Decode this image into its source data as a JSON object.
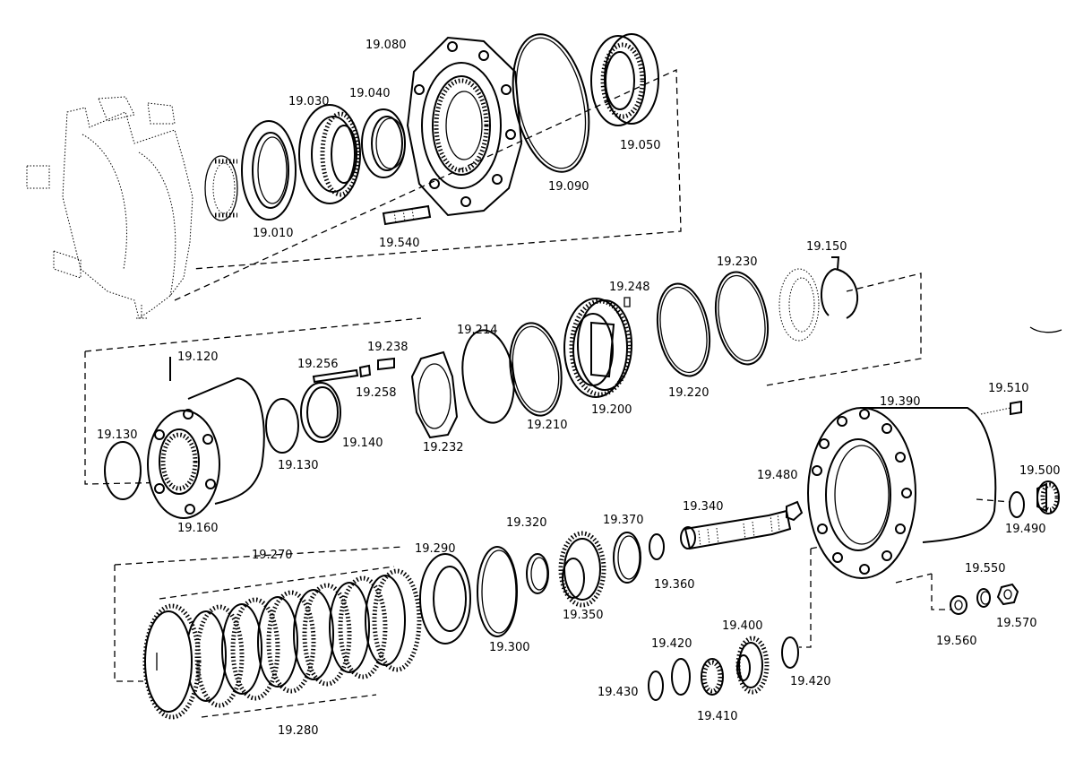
{
  "diagram": {
    "labels": [
      "19.080",
      "19.030",
      "19.040",
      "19.050",
      "19.010",
      "19.540",
      "19.090",
      "19.150",
      "19.230",
      "19.248",
      "19.214",
      "19.238",
      "19.256",
      "19.120",
      "19.258",
      "19.220",
      "19.200",
      "19.210",
      "19.232",
      "19.140",
      "19.130",
      "19.130",
      "19.160",
      "19.390",
      "19.510",
      "19.500",
      "19.480",
      "19.340",
      "19.490",
      "19.370",
      "19.320",
      "19.290",
      "19.270",
      "19.360",
      "19.350",
      "19.300",
      "19.550",
      "19.400",
      "19.420",
      "19.560",
      "19.570",
      "19.420",
      "19.430",
      "19.410",
      "19.280"
    ]
  }
}
